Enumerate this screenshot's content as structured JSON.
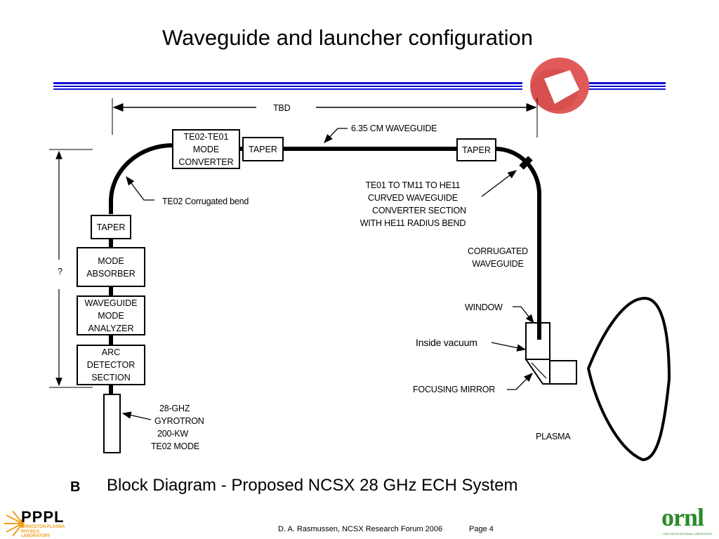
{
  "slide": {
    "title": "Waveguide and launcher configuration",
    "caption_bullet": "B",
    "caption": "Block Diagram - Proposed NCSX 28 GHz ECH System",
    "footer": {
      "author": "D. A. Rasmussen,  NCSX Research Forum 2006",
      "page": "Page 4"
    },
    "logos": {
      "left": {
        "name": "PPPL",
        "subtitle_1": "PRINCETON PLASMA",
        "subtitle_2": "PHYSICS LABORATORY"
      },
      "right": {
        "name": "ornl",
        "subtitle": "OAK RIDGE NATIONAL LABORATORY"
      }
    },
    "colors": {
      "rule": "#1010d8",
      "stellarator": "#e05555",
      "ppl_orange": "#f0a020",
      "ornl_green": "#2a8a2a"
    }
  },
  "diagram": {
    "dimensions": {
      "horizontal": "TBD",
      "vertical": "?"
    },
    "boxes": {
      "mode_converter": [
        "TE02-TE01",
        "MODE",
        "CONVERTER"
      ],
      "taper_top_left": "TAPER",
      "taper_top_right": "TAPER",
      "taper_left": "TAPER",
      "mode_absorber": [
        "MODE",
        "ABSORBER"
      ],
      "mode_analyzer": [
        "WAVEGUIDE",
        "MODE",
        "ANALYZER"
      ],
      "arc_detector": [
        "ARC",
        "DETECTOR",
        "SECTION"
      ]
    },
    "labels": {
      "waveguide": "6.35 CM  WAVEGUIDE",
      "bend": "TE02 Corrugated bend",
      "converter_section": [
        "TE01 TO TM11 TO HE11",
        "CURVED WAVEGUIDE",
        "CONVERTER SECTION",
        "WITH HE11 RADIUS BEND"
      ],
      "corrugated": [
        "CORRUGATED",
        "WAVEGUIDE"
      ],
      "window": "WINDOW",
      "vacuum": "Inside vacuum",
      "mirror": "FOCUSING MIRROR",
      "plasma": "PLASMA",
      "gyrotron": [
        "28-GHZ",
        "GYROTRON",
        "200-KW",
        "TE02 MODE"
      ]
    }
  }
}
